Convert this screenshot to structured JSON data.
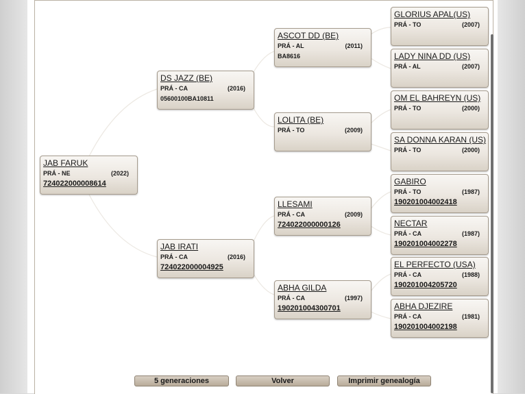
{
  "horses": {
    "g1": {
      "name": "JAB FARUK",
      "breed": "PRÁ - NE",
      "year": "(2022)",
      "reg": "724022000008614"
    },
    "g2a": {
      "name": "DS JAZZ (BE)",
      "breed": "PRÁ - CA",
      "year": "(2016)",
      "reg": "05600100BA10811"
    },
    "g2b": {
      "name": "JAB IRATI",
      "breed": "PRÁ - CA",
      "year": "(2016)",
      "reg": "724022000004925"
    },
    "g3a": {
      "name": "ASCOT DD (BE)",
      "breed": "PRÁ - AL",
      "year": "(2011)",
      "reg": "BA8616"
    },
    "g3b": {
      "name": "LOLITA (BE)",
      "breed": "PRÁ - TO",
      "year": "(2009)",
      "reg": ""
    },
    "g3c": {
      "name": "LLESAMI",
      "breed": "PRÁ - CA",
      "year": "(2009)",
      "reg": "724022000000126"
    },
    "g3d": {
      "name": "ABHA GILDA",
      "breed": "PRÁ - CA",
      "year": "(1997)",
      "reg": "190201004300701"
    },
    "g4a": {
      "name": "GLORIUS APAL(US)",
      "breed": "PRÁ - TO",
      "year": "(2007)",
      "reg": ""
    },
    "g4b": {
      "name": "LADY NINA DD (US)",
      "breed": "PRÁ - AL",
      "year": "(2007)",
      "reg": ""
    },
    "g4c": {
      "name": "OM EL BAHREYN (US)",
      "breed": "PRÁ - TO",
      "year": "(2000)",
      "reg": ""
    },
    "g4d": {
      "name": "SA DONNA KARAN (US)",
      "breed": "PRÁ - TO",
      "year": "(2000)",
      "reg": ""
    },
    "g4e": {
      "name": "GABIRO",
      "breed": "PRÁ - TO",
      "year": "(1987)",
      "reg": "190201004002418"
    },
    "g4f": {
      "name": "NECTAR",
      "breed": "PRÁ - CA",
      "year": "(1987)",
      "reg": "190201004002278"
    },
    "g4g": {
      "name": "EL PERFECTO (USA)",
      "breed": "PRÁ - CA",
      "year": "(1988)",
      "reg": "190201004205720"
    },
    "g4h": {
      "name": "ABHA DJEZIRE",
      "breed": "PRÁ - CA",
      "year": "(1981)",
      "reg": "190201004002198"
    }
  },
  "buttons": {
    "generations": "5 generaciones",
    "back": "Volver",
    "print": "Imprimir genealogía"
  }
}
